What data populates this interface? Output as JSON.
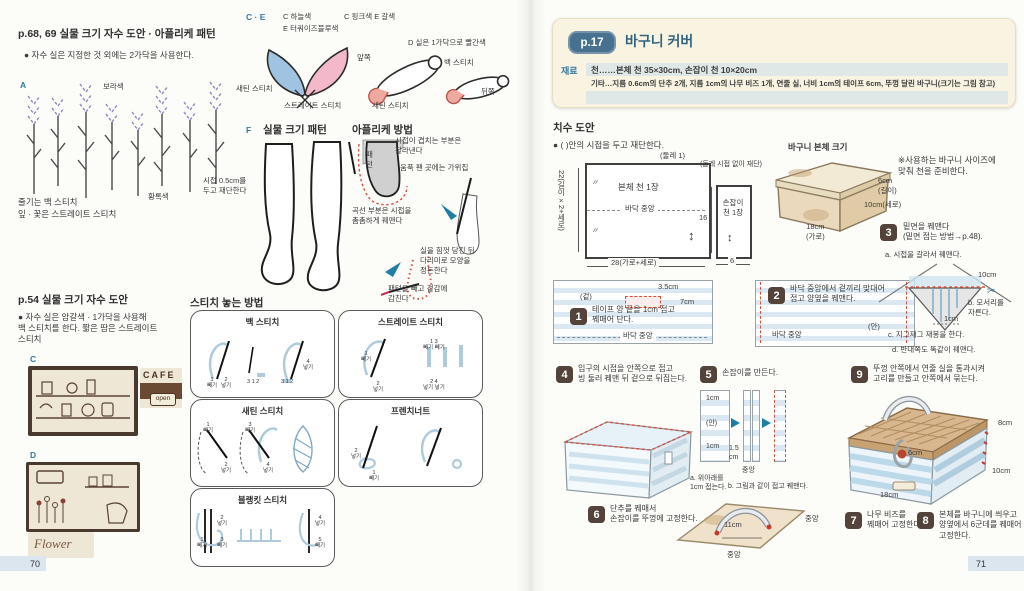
{
  "left": {
    "page_number": "70",
    "sec1": {
      "title": "p.68, 69 실물 크기 자수 도안 · 아플리케 패턴",
      "note": "● 자수 실은 지정한 것 외에는 2가닥을 사용한다.",
      "label": "A",
      "purple": "보라색",
      "green": "황록색",
      "cap1": "줄기는 백 스티치",
      "cap2": "잎 · 꽃은 스트레이트 스티치"
    },
    "ce": {
      "label": "C · E",
      "c_sky": "C 하늘색",
      "e_tq": "E 터쿼이즈블루색",
      "c_pink": "C 핑크색  E 갈색",
      "satin": "새틴 스티치",
      "straight": "스트레이트 스티치",
      "d_note": "D 실은 1가닥으로 빨간색",
      "front": "앞쪽",
      "back_st": "백 스티치",
      "rear": "뒤쪽",
      "satin2": "새틴 스티치"
    },
    "f": {
      "label": "F",
      "title": "실물 크기 패턴",
      "seam": "시접 0.5cm를\n두고 재단한다"
    },
    "ap": {
      "title": "아플리케 방법",
      "n1": "시접이 겹치는 부분은\n잘라낸다",
      "n2": "움푹 팬 곳에는 가위집",
      "pat": "패\n턴",
      "n3": "곡선 부분은 시접을\n촘촘하게 꿰맨다",
      "n4": "실을 힘껏 당긴 뒤\n다리미로 모양을\n정돈한다",
      "n5": "패턴을 빼고 겉감에\n감친다"
    },
    "p54": {
      "title": "p.54 실물 크기 자수 도안",
      "note": "● 자수 실은 암갈색 · 1가닥을 사용해\n백 스티치를 한다. 짧은 땀은 스트레이트\n스티치",
      "label_c": "C",
      "cafe": "CAFE",
      "open": "open",
      "label_d": "D",
      "flower": "Flower"
    },
    "st": {
      "title": "스티치 놓는 방법",
      "b1": {
        "title": "백 스티치",
        "l1": "1\n빼기",
        "l2": "2\n넣기",
        "l3": "3 1 2",
        "l4": "4\n넣기",
        "l5": "3 1 2"
      },
      "b2": {
        "title": "스트레이트 스티치",
        "l1": "1\n빼기",
        "l2": "2\n넣기",
        "l3": "1    3\n빼기 빼기",
        "l4": "2    4\n넣기 넣기"
      },
      "b3": {
        "title": "새틴 스티치",
        "l1": "1\n빼기",
        "l2": "2\n넣기",
        "l3": "3\n빼기",
        "l4": "4\n넣기"
      },
      "b4": {
        "title": "프렌치너트",
        "l1": "2\n넣기",
        "l2": "1\n빼기"
      },
      "b5": {
        "title": "블랭킷 스티치",
        "l1": "2\n넣기",
        "l2": "1\n빼기",
        "l3": "3\n빼기",
        "l4": "4\n넣기",
        "l5": "5\n빼기"
      }
    }
  },
  "right": {
    "page_number": "71",
    "header": {
      "badge": "p.17",
      "title": "바구니 커버",
      "mat": "재료",
      "line1": "천……본체 천 35×30cm, 손잡이 천 10×20cm",
      "line2": "기타…지름 0.6cm의 단추 2개, 지름 1cm의 나무 비즈 1개, 연줄 실, 너비 1cm의 테이프 6cm, 뚜껑 달린 바구니(크기는 그림 참고)"
    },
    "dim": {
      "title": "치수 도안",
      "note": "● (  )안의 시접을 두고 재단한다.",
      "seam1": "(둘레 1)",
      "left_dim": "22(길이×2+세로)",
      "main_label": "본체 천 1장",
      "center": "바닥 중앙",
      "width": "28(가로+세로)",
      "fold1": "〃",
      "fold2": "〃",
      "handle_note": "(둘레 시접 없이 재단)",
      "handle_h": "16",
      "handle_label": "손잡이\n천 1장",
      "handle_w": "6"
    },
    "basket": {
      "title": "바구니 본체 크기",
      "note": "※사용하는 바구니 사이즈에\n맞춰 천을 준비한다.",
      "d6": "6cm\n(길이)",
      "d18": "18cm\n(가로)",
      "d10": "10cm(세로)"
    },
    "s1": {
      "num": "1",
      "text": "테이프 양 끝을 1cm 접고\n꿰매어 단다.",
      "front": "(겉)",
      "d35": "3.5cm",
      "d7": "7cm",
      "center": "바닥 중앙"
    },
    "s2": {
      "num": "2",
      "text": "바닥 중앙에서 겉끼리 맞대어\n접고 양옆을 꿰맨다.",
      "center": "바닥 중앙",
      "inside": "(안)"
    },
    "s3": {
      "num": "3",
      "text": "밑면을 꿰맨다\n(밑면 접는 방법→p.48).",
      "a": "a. 시접을 갈라서 꿰맨다.",
      "d10": "10cm",
      "b": "b. 모서리를\n자른다.",
      "d1": "1cm",
      "c": "c. 지그재그 재봉을 한다.",
      "d": "d. 반대쪽도 똑같이 꿰맨다."
    },
    "s4": {
      "num": "4",
      "text": "입구의 시접을 안쪽으로 접고\n빙 둘러 꿰맨 뒤 겉으로 뒤집는다."
    },
    "s5": {
      "num": "5",
      "text": "손잡이를 만든다.",
      "cm1": "1cm",
      "inside": "(안)",
      "cm2": "1cm",
      "cm15": "1.5\ncm",
      "center": "중앙",
      "a": "a. 위아래를\n1cm 접는다.",
      "b": "b. 그림과 같이 접고 꿰맨다."
    },
    "s6": {
      "num": "6",
      "text": "단추를 꿰매서\n손잡이를 뚜껑에 고정한다.",
      "d11": "11cm",
      "c1": "중앙",
      "c2": "중앙"
    },
    "s7": {
      "num": "7",
      "text": "나무 비즈를\n꿰매어 고정한다."
    },
    "s8": {
      "num": "8",
      "text": "본체를 바구니에 씌우고\n양옆에서 6군데를 꿰매어\n고정한다."
    },
    "s9": {
      "num": "9",
      "text": "뚜껑 안쪽에서 연줄 실을 통과시켜\n고리를 만들고 안쪽에서 묶는다.",
      "d8": "8cm",
      "d6": "6cm",
      "d10": "10cm",
      "d18": "18cm"
    }
  }
}
